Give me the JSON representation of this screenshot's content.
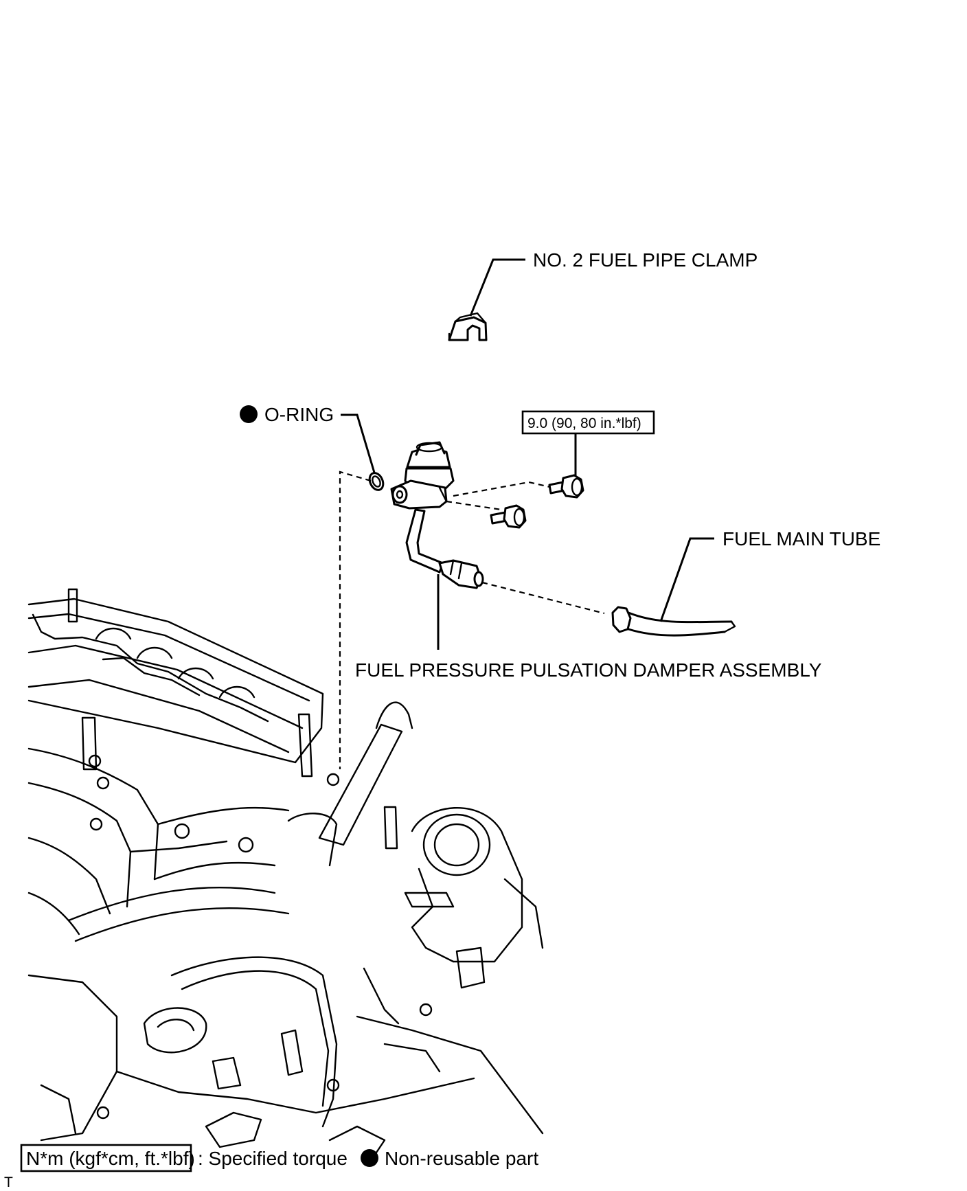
{
  "labels": {
    "clamp": "NO. 2 FUEL PIPE CLAMP",
    "oring": "O-RING",
    "torque_spec": "9.0 (90, 80 in.*lbf)",
    "fuel_main_tube": "FUEL MAIN TUBE",
    "damper": "FUEL PRESSURE PULSATION DAMPER ASSEMBLY"
  },
  "legend": {
    "torque_box": "N*m (kgf*cm, ft.*lbf)",
    "torque_text": ": Specified torque",
    "nonreusable_text": "Non-reusable part"
  },
  "corner_mark": "T"
}
